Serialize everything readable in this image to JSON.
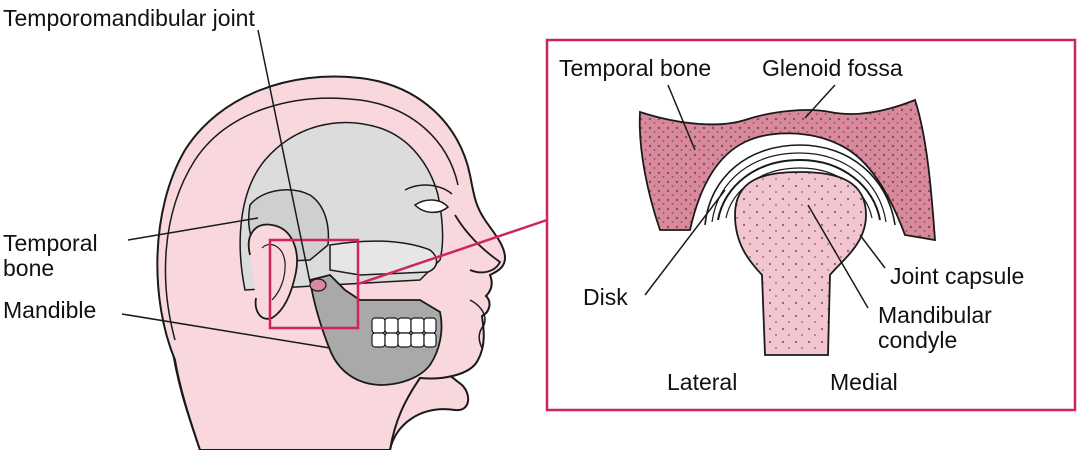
{
  "labels": {
    "tmj": "Temporomandibular joint",
    "temporal_bone_left_line1": "Temporal",
    "temporal_bone_left_line2": "bone",
    "mandible": "Mandible",
    "temporal_bone_inset": "Temporal bone",
    "glenoid_fossa": "Glenoid fossa",
    "joint_capsule": "Joint capsule",
    "disk": "Disk",
    "mandibular_condyle_line1": "Mandibular",
    "mandibular_condyle_line2": "condyle",
    "lateral": "Lateral",
    "medial": "Medial"
  },
  "colors": {
    "skin_pink": "#f8d7dd",
    "bone_pink": "#d9899b",
    "condyle_pink": "#f2c5cf",
    "skull_gray": "#d9d9d9",
    "mandible_gray": "#a8a8a8",
    "accent_crimson": "#d0245c",
    "outline": "#1a1a1a"
  }
}
